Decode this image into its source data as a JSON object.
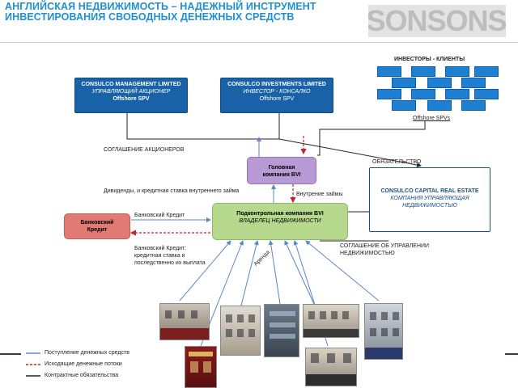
{
  "title": "АНГЛИЙСКАЯ НЕДВИЖИМОСТЬ – НАДЕЖНЫЙ ИНСТРУМЕНТ ИНВЕСТИРОВАНИЯ СВОБОДНЫХ ДЕНЕЖНЫХ СРЕДСТВ",
  "logo_text": "NSONSONSO",
  "colors": {
    "title": "#1f8fd0",
    "blue_box": "#1a62a8",
    "holding_box": "#b79ad6",
    "bvi_box": "#b6d98e",
    "bank_box": "#e07a72",
    "money_in": "#5a88c4",
    "money_out": "#c0262d",
    "contract": "#222222"
  },
  "investors": {
    "title": "ИНВЕСТОРЫ -  КЛИЕНТЫ",
    "caption": "Offshore SPVs"
  },
  "boxes": {
    "management": {
      "line1": "CONSULCO MANAGEMENT LIMITED",
      "line2": "УПРАВЛЯЮЩИЙ АКЦИОНЕР",
      "line3": "Offshore SPV"
    },
    "investments": {
      "line1": "CONSULCO INVESTMENTS LIMITED",
      "line2": "ИНВЕСТОР - КОНСАЛКО",
      "line3": "Offshore SPV"
    },
    "holding": {
      "line1": "Головная",
      "line2": "компания BVI"
    },
    "bvi": {
      "line1": "Подконтрольная компания BVI",
      "line2": "ВЛАДЕЛЕЦ НЕДВИЖИМОСТИ"
    },
    "bank": {
      "line1": "Банковский",
      "line2": "Кредит"
    },
    "cre": {
      "line1": "CONSULCO CAPITAL REAL ESTATE",
      "line2": "КОМПАНИЯ УПРАВЛЯЮЩАЯ",
      "line3": "НЕДВИЖИМОСТЬЮ"
    }
  },
  "labels": {
    "shareholders": "СОГЛАШЕНИЕ АКЦИОНЕРОВ",
    "obligation": "ОБЯЗАТЕЛЬСТВО",
    "dividends": "Дивиденды, и кредитная ставка внутреннего займа",
    "internal_loans": "Внутрение займы",
    "bank_credit": "Банковский Кредит",
    "bank_repay_1": "Банковский Кредит:",
    "bank_repay_2": "кредитная ставка и",
    "bank_repay_3": "последственно их выплата",
    "rent": "Аренда",
    "mgmt_1": "СОГЛАШЕНИЕ ОБ УПРАВЛЕНИИ",
    "mgmt_2": "НЕДВИЖИМОСТЬЮ"
  },
  "legend": [
    {
      "text": "Поступление денежных средств"
    },
    {
      "text": "Исходящие денежные потоки"
    },
    {
      "text": "Контрактные обязательства"
    }
  ],
  "photo_placeholder": " "
}
